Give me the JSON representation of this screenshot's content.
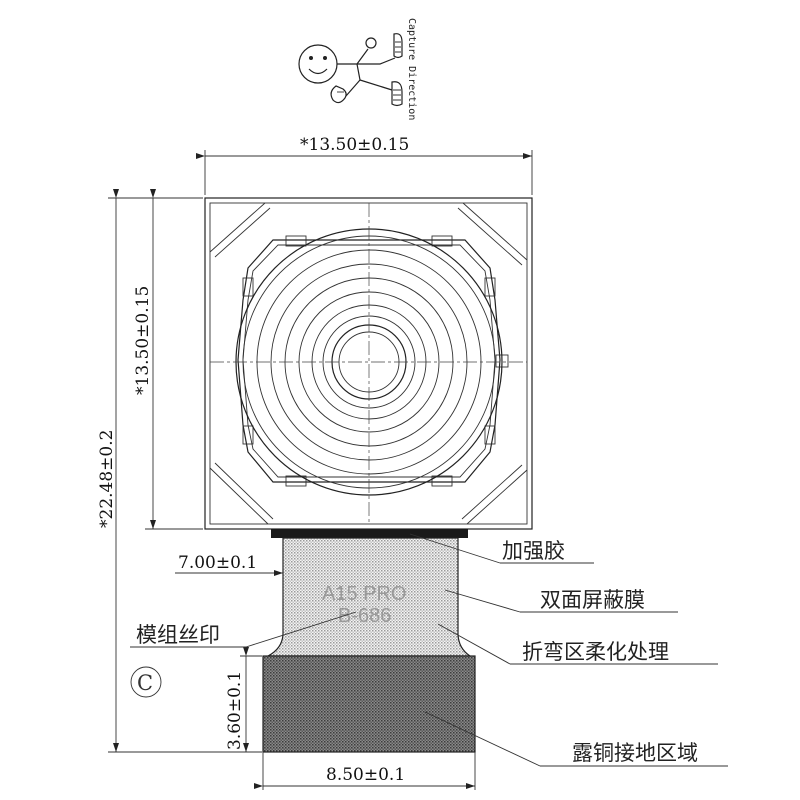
{
  "capture_direction_label": "Capture Direction",
  "dimensions": {
    "module_width": "*13.50±0.15",
    "module_height": "*13.50±0.15",
    "total_length": "*22.48±0.2",
    "fpc_width": "7.00±0.1",
    "connector_height": "3.60±0.1",
    "connector_width": "8.50±0.1"
  },
  "callouts": {
    "stiffener": "加强胶",
    "shield_film": "双面屏蔽膜",
    "bend_softening": "折弯区柔化处理",
    "copper_ground": "露铜接地区域",
    "module_print": "模组丝印"
  },
  "module_marking": {
    "line1": "A15 PRO",
    "line2": "B-686"
  },
  "revision": "C",
  "colors": {
    "line": "#222222",
    "mesh_dark": "#5a5a5a",
    "mesh_light": "#bdbdbd"
  }
}
